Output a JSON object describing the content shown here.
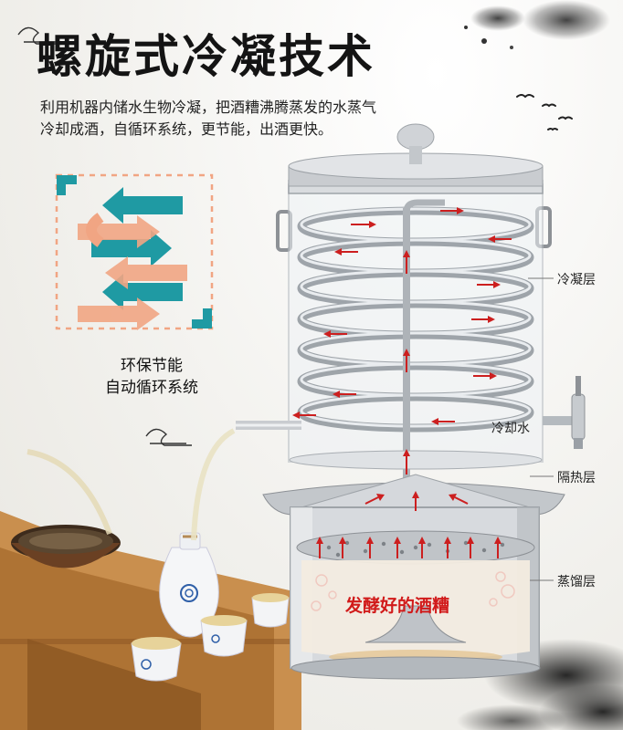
{
  "headline": "螺旋式冷凝技术",
  "description": {
    "line1": "利用机器内储水生物冷凝，把酒糟沸腾蒸发的水蒸气",
    "line2": "冷却成酒，自循环系统，更节能，出酒更快。"
  },
  "eco_caption": {
    "line1": "环保节能",
    "line2": "自动循环系统"
  },
  "callouts": {
    "condensing_layer": "冷凝层",
    "cooling_water": "冷却水",
    "insulation_layer": "隔热层",
    "distilling_layer": "蒸馏层"
  },
  "ferment_label": "发酵好的酒糟",
  "colors": {
    "teal_arrow": "#1f9aa3",
    "orange_arrow": "#f1a583",
    "red_arrow": "#cc1f1f",
    "steel": "#c9ccd0",
    "headline": "#141414"
  },
  "icons": [
    "circulation-arrows-icon",
    "steam-arrow-icon",
    "faucet-icon",
    "bird-icon"
  ]
}
